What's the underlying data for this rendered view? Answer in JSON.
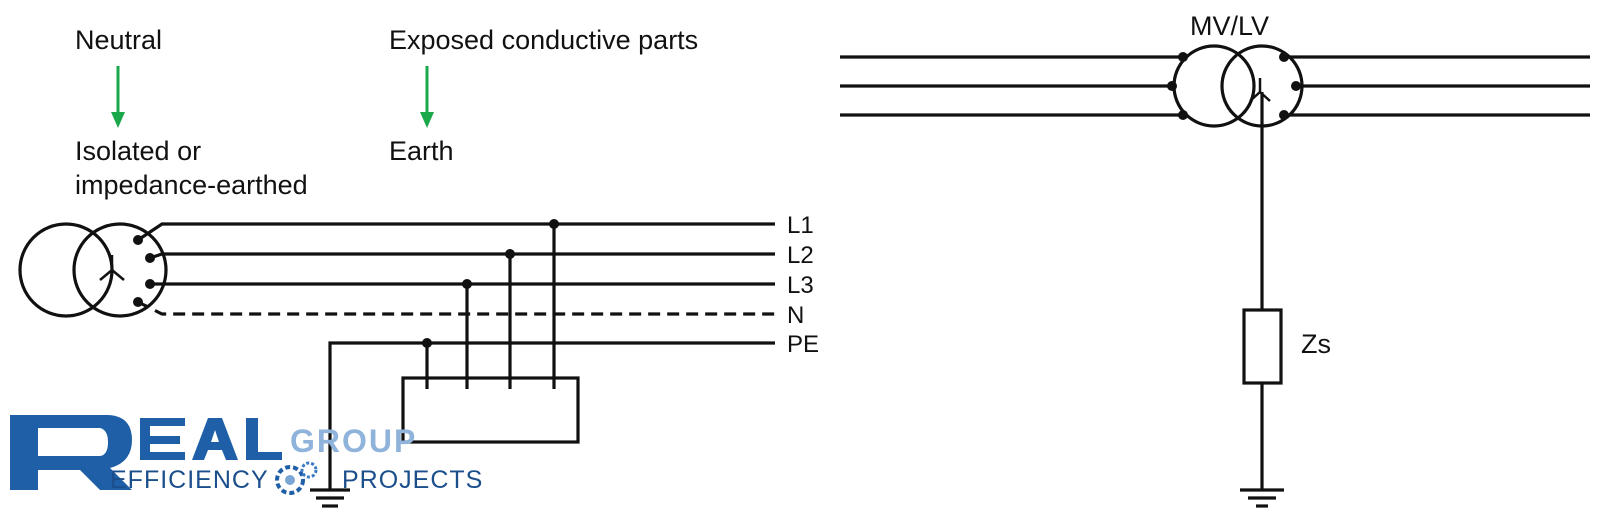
{
  "left_diagram": {
    "neutral_label": "Neutral",
    "neutral_result": [
      "Isolated or",
      "impedance-earthed"
    ],
    "exposed_label": "Exposed conductive parts",
    "exposed_result": "Earth",
    "conductors": [
      "L1",
      "L2",
      "L3",
      "N",
      "PE"
    ],
    "arrow_color": "#1aa84a"
  },
  "right_diagram": {
    "transformer_label": "MV/LV",
    "impedance_label": "Zs"
  },
  "watermark": {
    "brand": "REAL",
    "group": "GROUP",
    "tagline_left": "EFFICIENCY",
    "tagline_right": "PROJECTS",
    "brand_color": "#1f5fa8"
  }
}
